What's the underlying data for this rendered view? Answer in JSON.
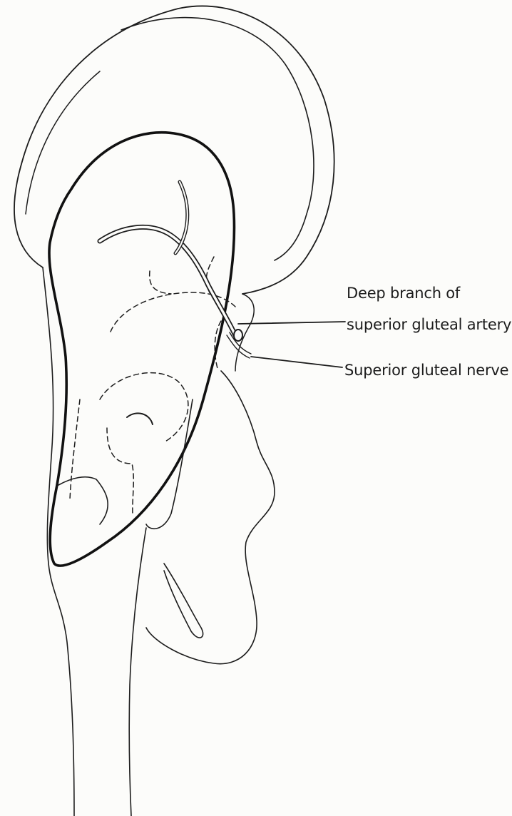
{
  "labels": {
    "artery_line1": "Deep branch of",
    "artery_line2": "superior gluteal artery",
    "nerve": "Superior gluteal nerve"
  },
  "colors": {
    "ink": "#1c1c1c",
    "background": "#fcfcfa",
    "stipple": "#2a2a2a"
  }
}
